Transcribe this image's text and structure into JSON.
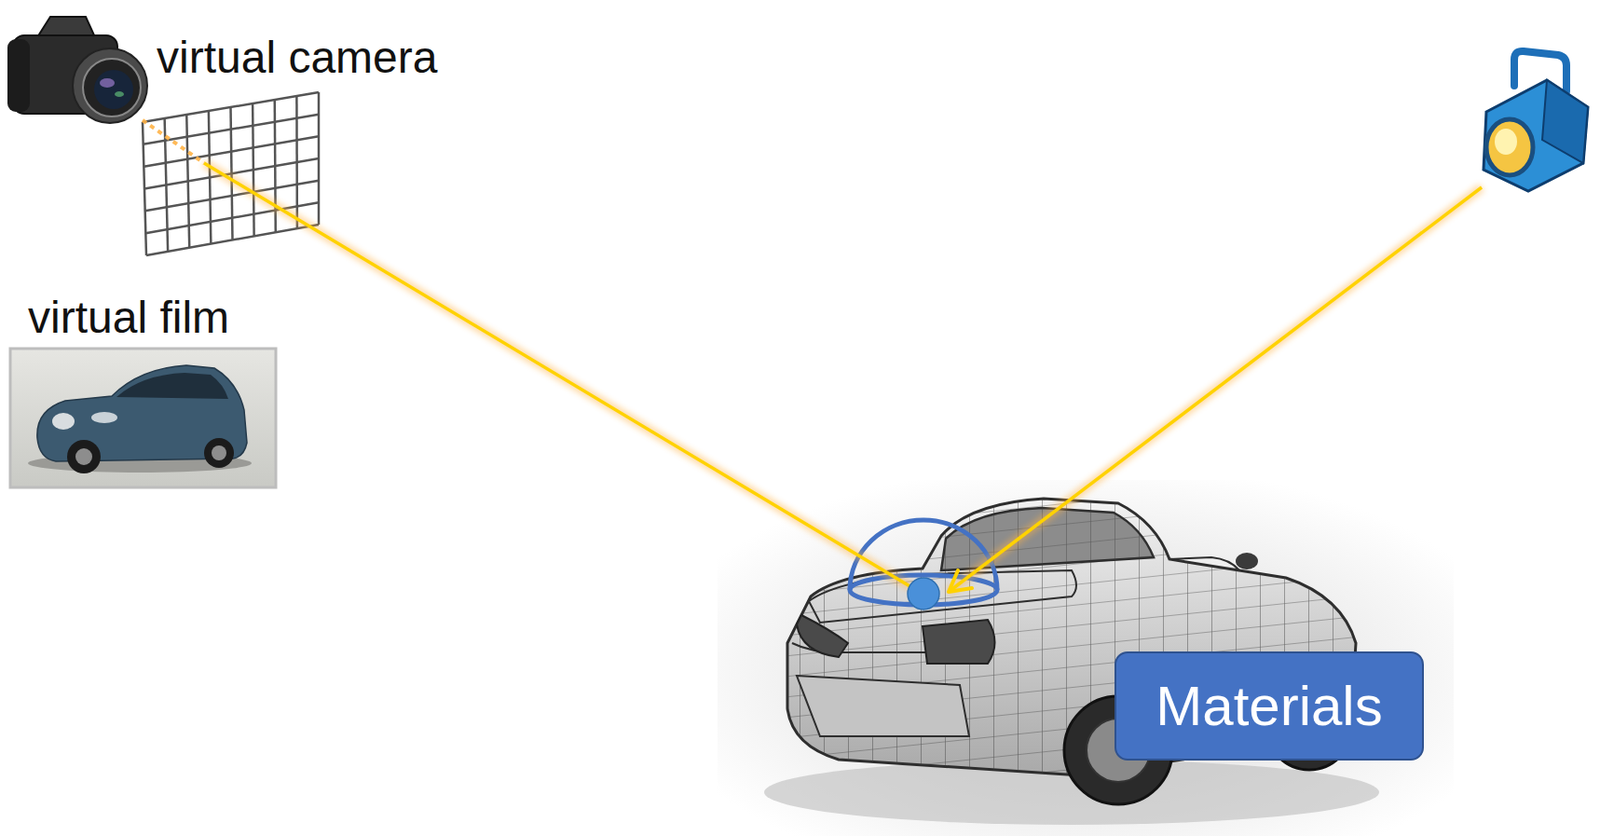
{
  "diagram": {
    "nodes": [
      {
        "text": [
          "Materials"
        ]
      }
    ],
    "labels": [
      "virtual camera",
      "virtual film"
    ]
  }
}
